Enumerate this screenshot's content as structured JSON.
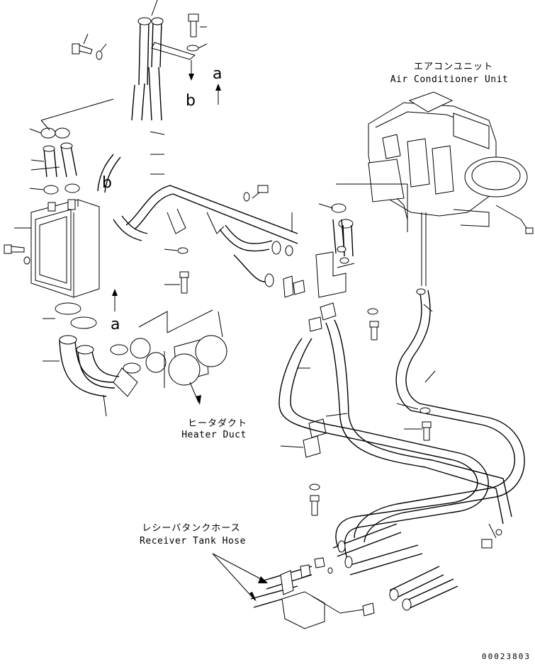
{
  "labels": {
    "air_conditioner_unit_jp": "エアコンユニット",
    "air_conditioner_unit_en": "Air Conditioner Unit",
    "heater_duct_jp": "ヒータダクト",
    "heater_duct_en": "Heater Duct",
    "receiver_tank_hose_jp": "レシーバタンクホース",
    "receiver_tank_hose_en": "Receiver Tank Hose"
  },
  "ref_letters": {
    "a_top": "a",
    "b_top": "b",
    "b_left": "b",
    "a_bottom": "a"
  },
  "drawing_number": "00023803"
}
